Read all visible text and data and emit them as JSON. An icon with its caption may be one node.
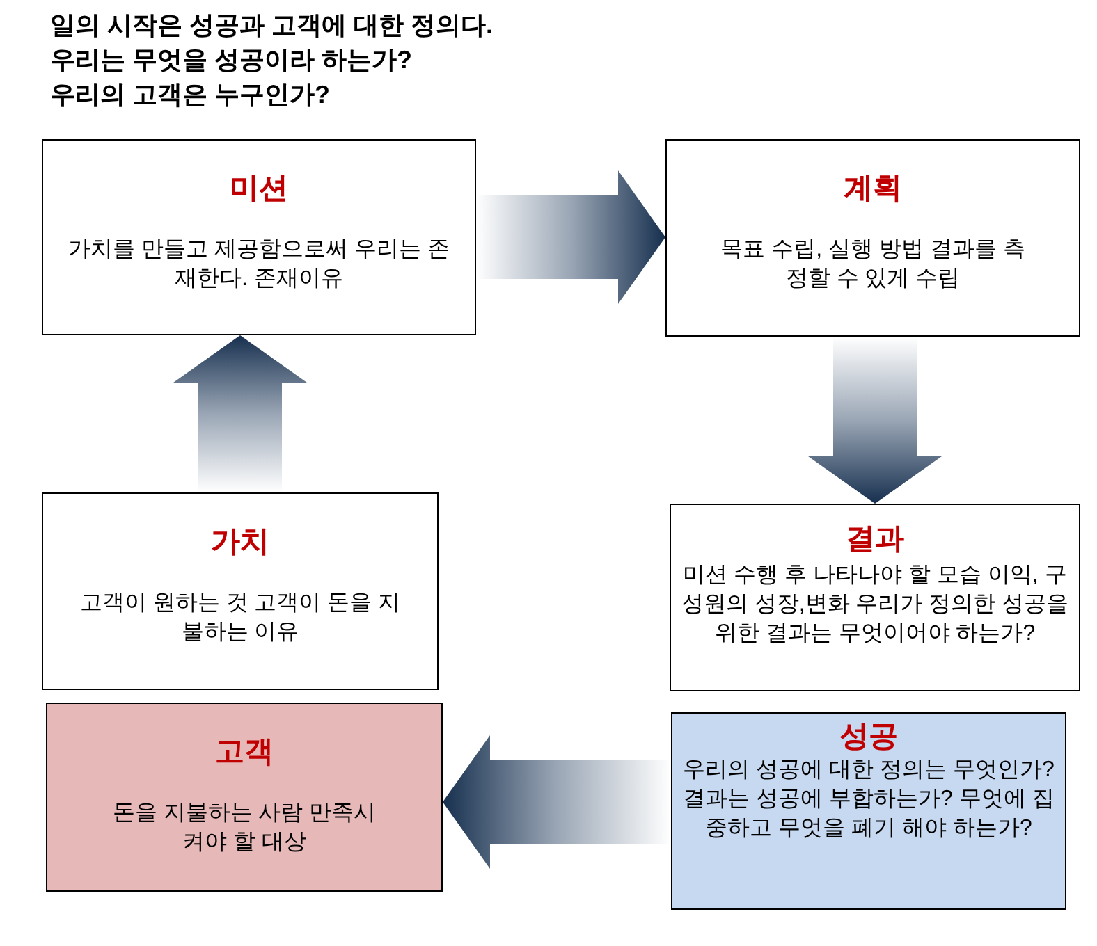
{
  "diagram": {
    "title": "일의 시작은 성공과 고객에 대한 정의다.",
    "nodes": [
      {
        "text": [
          "미션",
          "가치를 만들고 제공함으로써 우리는 존재한다. 존재이유"
        ]
      },
      {
        "text": [
          "계획",
          "목표 수립, 실행 방법 결과를 측정할 수 있게 수립"
        ]
      },
      {
        "text": [
          "결과",
          "미션 수행 후 나타나야 할 모습 이익, 구성원의 성장,변화 우리가 정의한 성공을 위한 결과는 무엇이어야 하는가?"
        ]
      },
      {
        "text": [
          "성공",
          "우리의 성공에 대한 정의는 무엇인가? 결과는 성공에 부합하는가? 무엇에 집중하고 무엇을 폐기 해야 하는가?"
        ]
      },
      {
        "text": [
          "고객",
          "돈을 지불하는 사람 만족시켜야 할 대상"
        ]
      },
      {
        "text": [
          "가치",
          "고객이 원하는 것 고객이 돈을 지불하는 이유"
        ]
      }
    ],
    "edges": [
      {
        "from": 0,
        "to": 1,
        "arrow": "to"
      },
      {
        "from": 1,
        "to": 2,
        "arrow": "to"
      },
      {
        "from": 3,
        "to": 4,
        "arrow": "to"
      },
      {
        "from": 5,
        "to": 0,
        "arrow": "to"
      }
    ],
    "labels": [
      "우리는 무엇을 성공이라 하는가?",
      "우리의 고객은 누구인가?"
    ]
  }
}
